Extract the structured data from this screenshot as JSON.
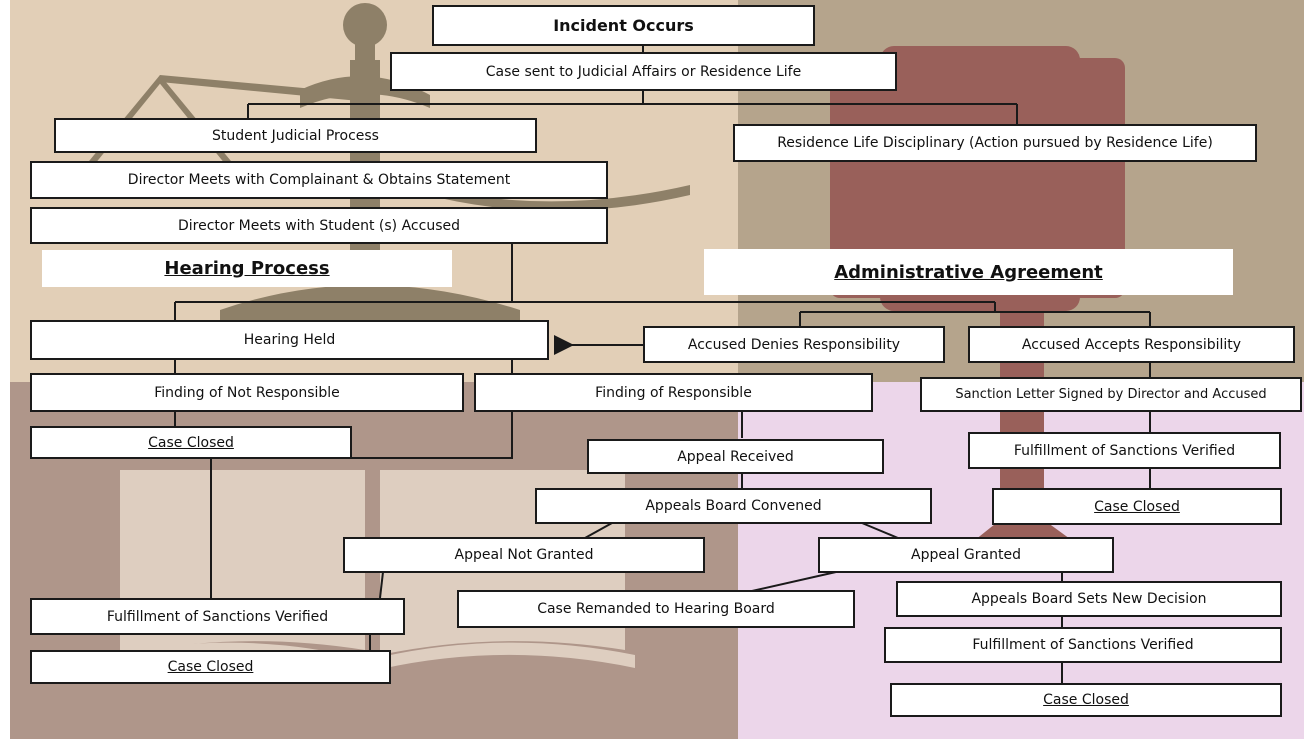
{
  "colors": {
    "tan": "#e2cfb7",
    "khaki": "#b5a48c",
    "mauve": "#af968a",
    "lavender": "#ecd6ea",
    "scales": "#8e8068",
    "gavel": "#99605a",
    "book": "#decec0",
    "line": "#1a1a1a"
  },
  "headings": {
    "hearing_process": "Hearing Process",
    "administrative_agreement": "Administrative Agreement"
  },
  "nodes": {
    "incident_occurs": "Incident Occurs",
    "case_sent": "Case sent to Judicial Affairs or Residence Life",
    "student_judicial": "Student Judicial Process",
    "residence_life": "Residence Life Disciplinary (Action pursued by Residence Life)",
    "director_complainant": "Director Meets with Complainant & Obtains Statement",
    "director_student": "Director Meets with Student (s) Accused",
    "hearing_held": "Hearing Held",
    "accused_denies": "Accused Denies Responsibility",
    "accused_accepts": "Accused Accepts Responsibility",
    "finding_not_responsible": "Finding of Not Responsible",
    "finding_responsible": "Finding of Responsible",
    "sanction_letter": "Sanction Letter Signed by Director and  Accused",
    "case_closed_1": "Case Closed",
    "appeal_received": "Appeal Received",
    "fulfillment_right_1": "Fulfillment of  Sanctions Verified",
    "appeals_board_convened": "Appeals Board Convened",
    "case_closed_right_1": "Case Closed",
    "appeal_not_granted": "Appeal Not Granted",
    "appeal_granted": "Appeal Granted",
    "case_remanded": "Case Remanded to Hearing Board",
    "appeals_board_new_decision": "Appeals Board Sets New Decision",
    "fulfillment_left": "Fulfillment of Sanctions Verified",
    "fulfillment_right_2": "Fulfillment of Sanctions Verified",
    "case_closed_left": "Case Closed",
    "case_closed_right_2": "Case Closed"
  }
}
